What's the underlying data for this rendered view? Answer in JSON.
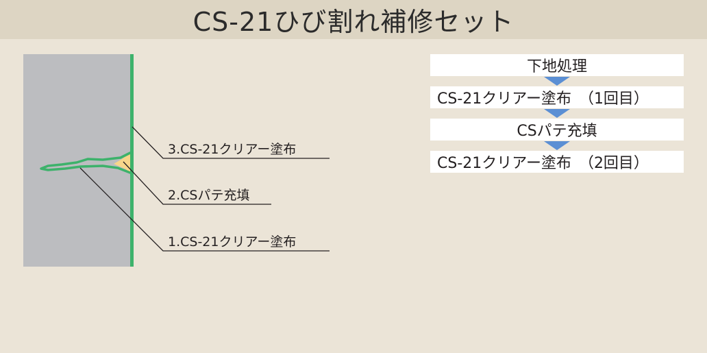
{
  "title": "CS-21ひび割れ補修セット",
  "callouts": [
    {
      "label": "3.CS-21クリアー塗布"
    },
    {
      "label": "2.CSパテ充填"
    },
    {
      "label": "1.CS-21クリアー塗布"
    }
  ],
  "flow": {
    "steps": [
      {
        "label": "下地処理"
      },
      {
        "label": "CS-21クリアー塗布　（1回目）"
      },
      {
        "label": "CSパテ充填"
      },
      {
        "label": "CS-21クリアー塗布　（2回目）"
      }
    ],
    "arrow_icon": "triangle-down-icon"
  },
  "colors": {
    "background": "#ebe4d7",
    "title_bar": "#ddd5c3",
    "wall": "#bcbdc0",
    "coating": "#3db26b",
    "putty": "#f7d68a",
    "arrow": "#5b8fd4"
  }
}
